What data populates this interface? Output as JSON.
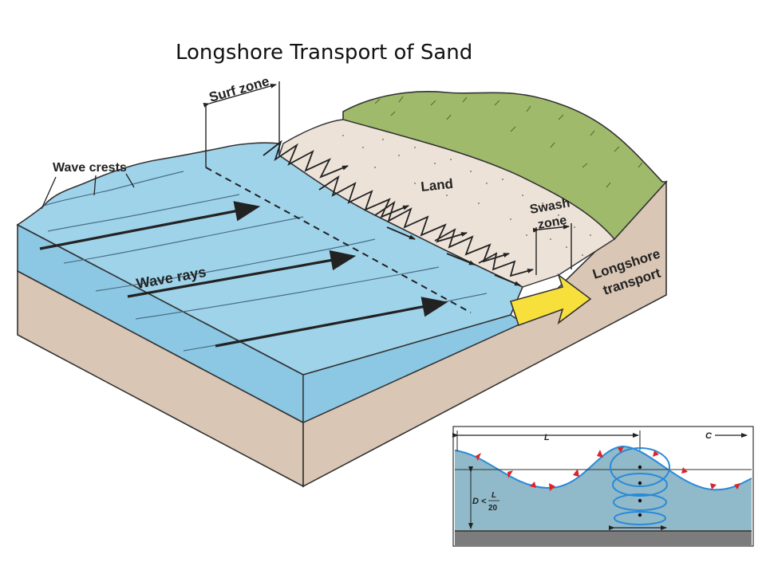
{
  "title": "Longshore Transport of Sand",
  "labels": {
    "surf_zone": "Surf zone",
    "wave_crests": "Wave crests",
    "land": "Land",
    "swash_zone_1": "Swash",
    "swash_zone_2": "zone",
    "wave_rays": "Wave rays",
    "longshore_1": "Longshore",
    "longshore_2": "transport"
  },
  "inset": {
    "wavelength": "L",
    "celerity": "C",
    "depth_lhs": "D <",
    "depth_num": "L",
    "depth_den": "20"
  },
  "colors": {
    "water": "#9fd3ea",
    "water_side": "#8cc7e3",
    "seabed": "#d9c6b5",
    "land": "#ece2d8",
    "grass": "#9fba6a",
    "arrow": "#f7e03b",
    "inset_water": "#90b9c9",
    "inset_orbit": "#2a8ad8",
    "inset_marker": "#d8262b"
  }
}
